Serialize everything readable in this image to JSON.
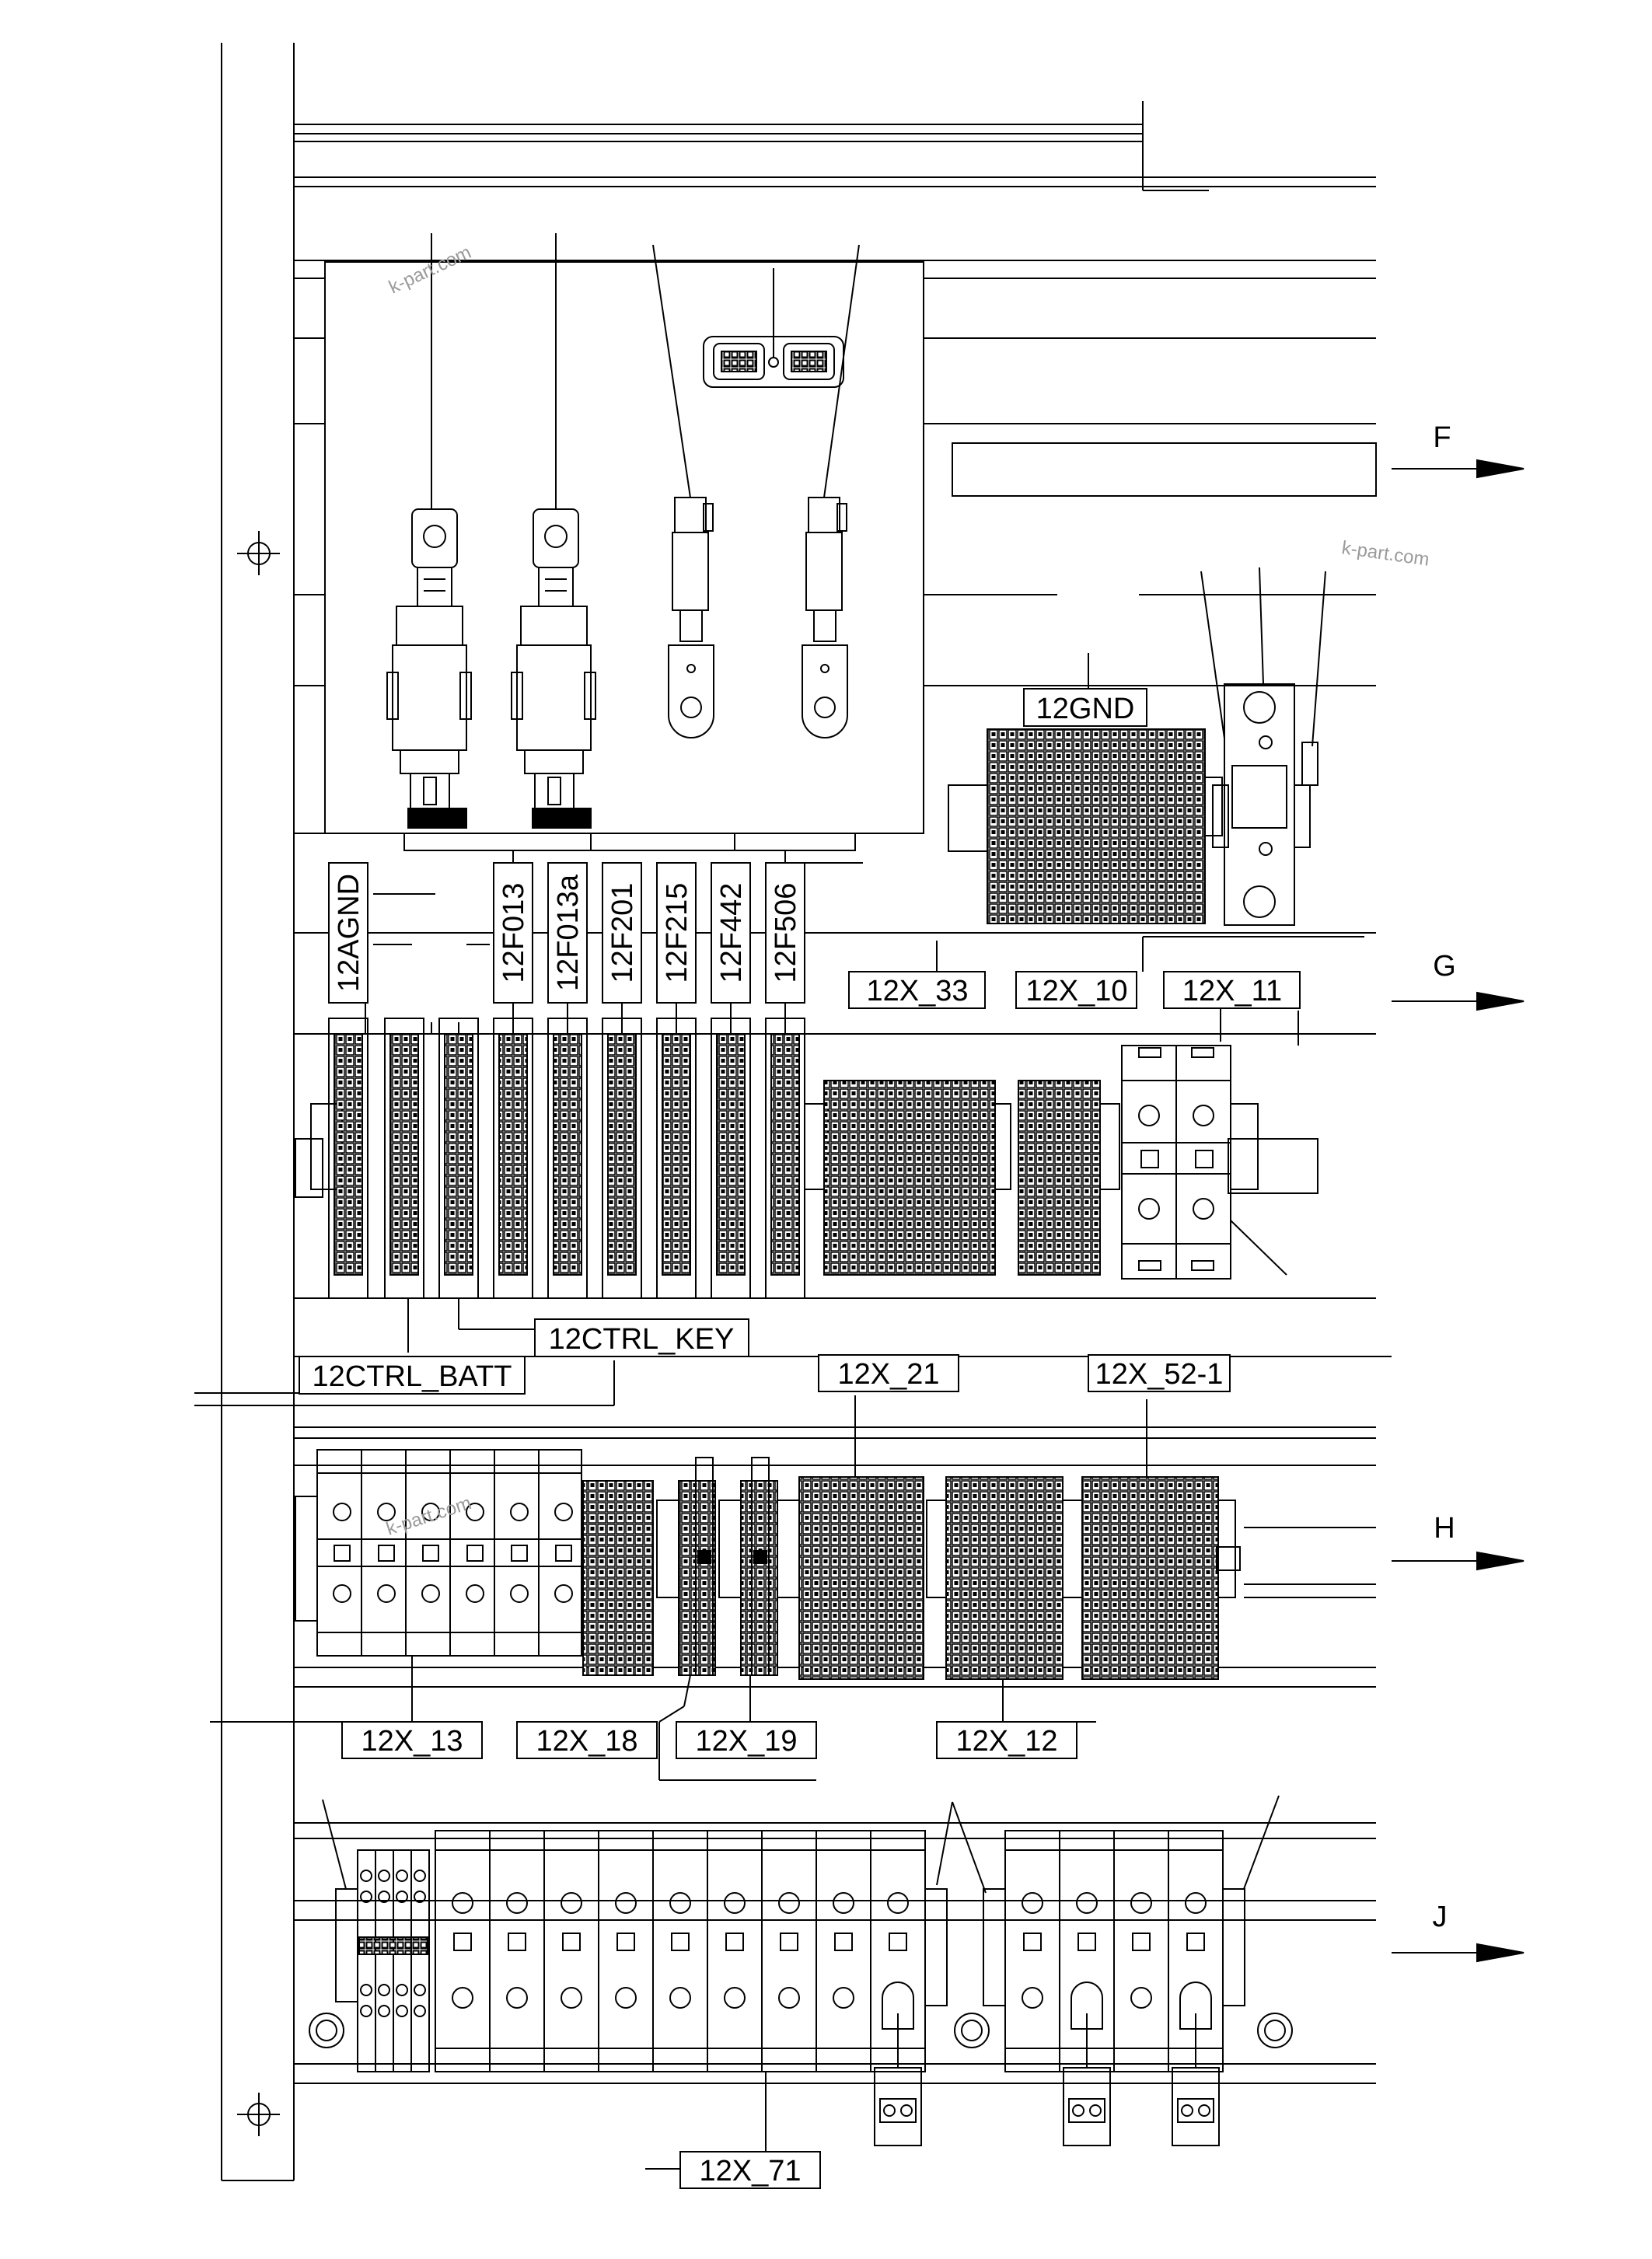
{
  "watermark": "k-part.com",
  "sections": {
    "F": "F",
    "G": "G",
    "H": "H",
    "J": "J"
  },
  "labels": {
    "gnd": "12GND",
    "agnd": "12AGND",
    "f013": "12F013",
    "f013a": "12F013a",
    "f201": "12F201",
    "f215": "12F215",
    "f442": "12F442",
    "f506": "12F506",
    "x33": "12X_33",
    "x10": "12X_10",
    "x11": "12X_11",
    "ctrl_key": "12CTRL_KEY",
    "ctrl_batt": "12CTRL_BATT",
    "x21": "12X_21",
    "x52_1": "12X_52-1",
    "x13": "12X_13",
    "x18": "12X_18",
    "x19": "12X_19",
    "x12": "12X_12",
    "x71": "12X_71"
  }
}
